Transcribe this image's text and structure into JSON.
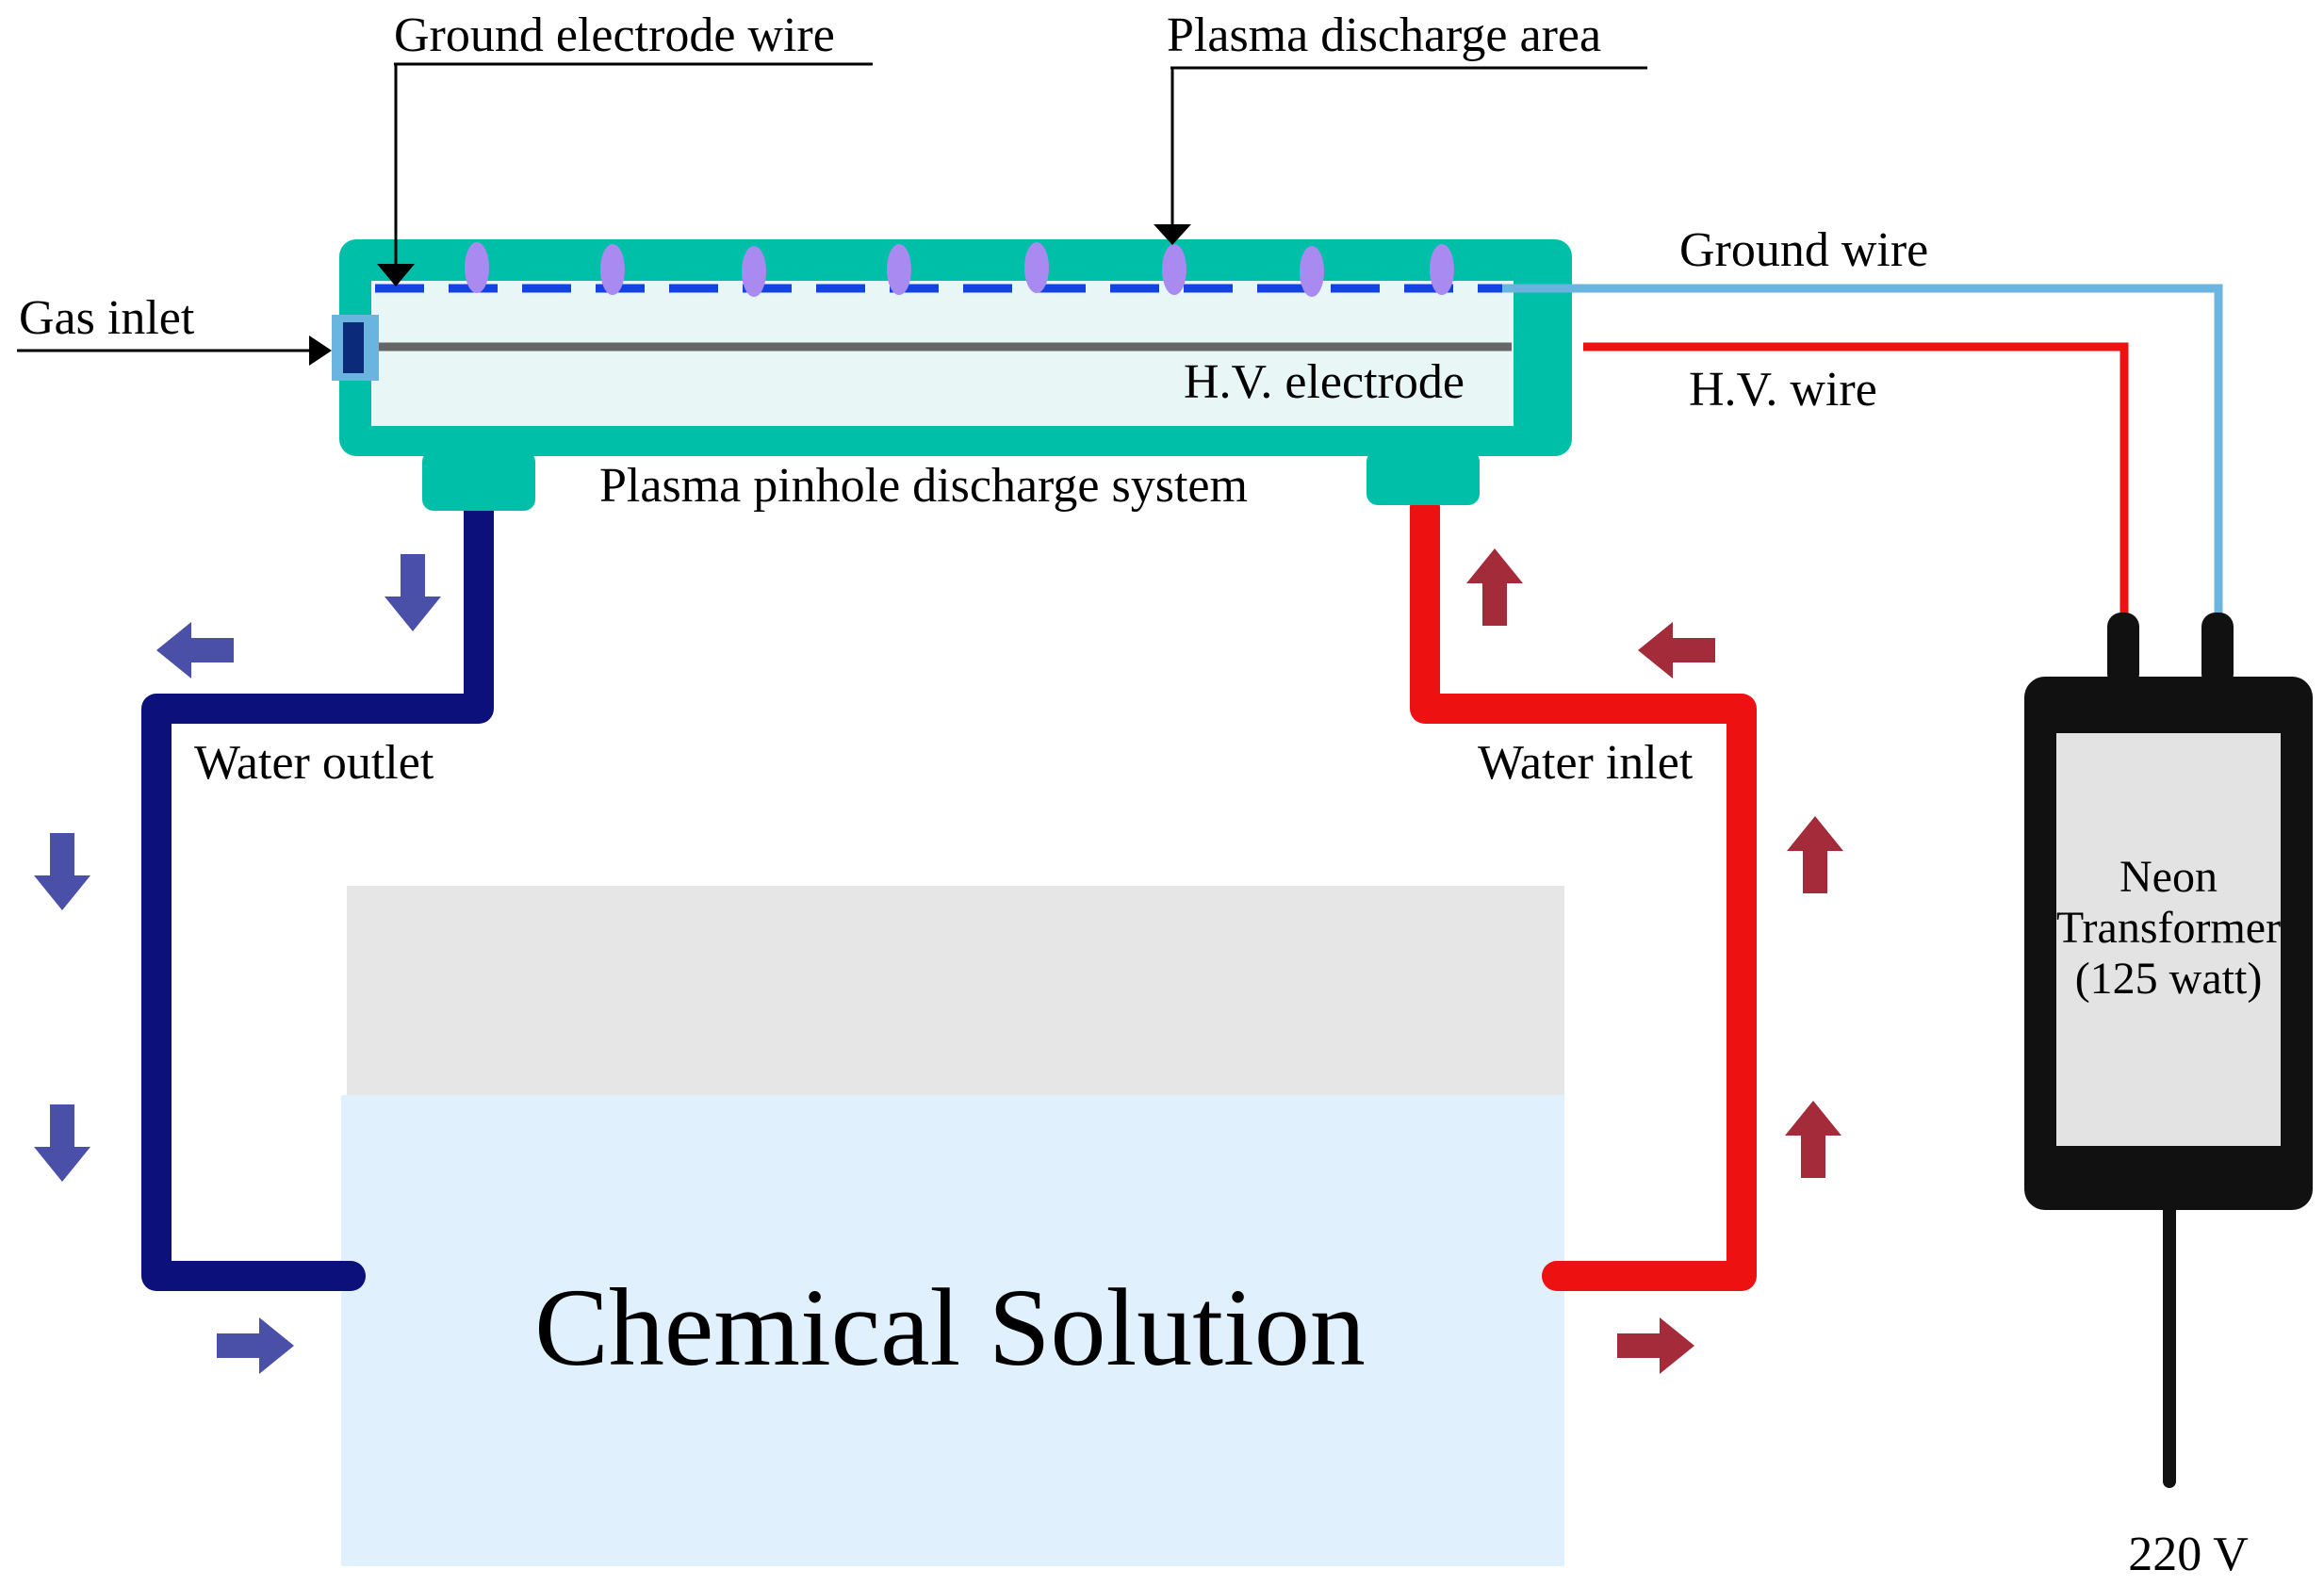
{
  "labels": {
    "ground_electrode_wire": "Ground electrode wire",
    "plasma_discharge_area": "Plasma discharge area",
    "gas_inlet": "Gas inlet",
    "ground_wire": "Ground wire",
    "hv_electrode": "H.V. electrode",
    "hv_wire": "H.V. wire",
    "plasma_pinhole_system": "Plasma pinhole discharge system",
    "water_outlet": "Water outlet",
    "water_inlet": "Water inlet",
    "chemical_solution": "Chemical Solution",
    "transformer_line1": "Neon",
    "transformer_line2": "Transformer",
    "transformer_line3": "(125 watt)",
    "voltage": "220 V"
  },
  "colors": {
    "reactor": "#00bfa9",
    "reactor_inner": "#e8f6f5",
    "ground_electrode": "#1242e0",
    "plasma_spot": "#a98af0",
    "hv_electrode": "#666666",
    "ground_wire": "#6ab4e0",
    "hv_wire": "#ee1111",
    "outlet_pipe": "#0c107a",
    "inlet_pipe": "#ee1111",
    "outlet_arrow": "#4a50a8",
    "inlet_arrow": "#a32b3a",
    "solution_top": "#e6e6e6",
    "solution": "#e0f0fd",
    "transformer_body": "#111111",
    "transformer_panel": "#e3e3e3"
  }
}
